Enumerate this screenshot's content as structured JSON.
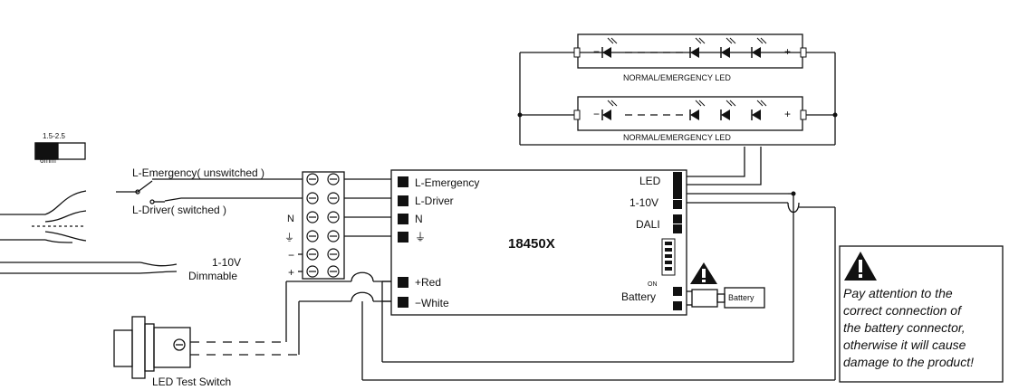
{
  "wire_size": {
    "gauge": "1.5-2.5",
    "strip": "6mm"
  },
  "inputs": {
    "l_emergency": "L-Emergency( unswitched )",
    "l_driver": "L-Driver( switched )",
    "n": "N",
    "dimming": "1-10V",
    "dimmable": "Dimmable",
    "minus": "−",
    "plus": "+"
  },
  "module": {
    "model": "18450X",
    "terminals_left": [
      "L-Emergency",
      "L-Driver",
      "N",
      "⏚"
    ],
    "red": "+Red",
    "white": "−White",
    "right": {
      "led": "LED",
      "dim": "1-10V",
      "dali": "DALI",
      "battery": "Battery"
    },
    "sw_on": "ON"
  },
  "led_string_label": "NORMAL/EMERGENCY LED",
  "battery_label": "Battery",
  "test_switch_label": "LED Test Switch",
  "warning": {
    "lines": [
      "Pay attention to the",
      "correct connection of",
      "the battery connector,",
      "otherwise it will cause",
      "damage to the product!"
    ]
  },
  "colors": {
    "line": "#111111",
    "fill": "#ffffff"
  }
}
